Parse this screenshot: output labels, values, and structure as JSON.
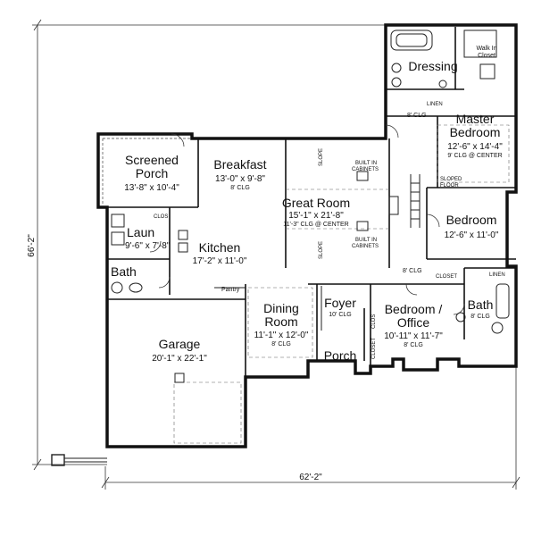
{
  "dimensions": {
    "overall_depth": "66'-2\"",
    "overall_width": "62'-2\""
  },
  "rooms": {
    "dressing": {
      "name": "Dressing"
    },
    "walk_in_closet": {
      "line1": "Walk In",
      "line2": "Closet"
    },
    "master_bedroom": {
      "line1": "Master",
      "line2": "Bedroom",
      "size": "12'-6\" x 14'-4\"",
      "ceiling": "9' CLG @ CENTER"
    },
    "screened_porch": {
      "line1": "Screened",
      "line2": "Porch",
      "size": "13'-8\" x 10'-4\""
    },
    "breakfast": {
      "name": "Breakfast",
      "size": "13'-0\" x 9'-8\"",
      "ceiling": "8' CLG"
    },
    "great_room": {
      "name": "Great Room",
      "size": "15'-1\" x 21'-8\"",
      "ceiling": "11'-3\" CLG @ CENTER"
    },
    "bedroom": {
      "name": "Bedroom",
      "size": "12'-6\" x 11'-0\""
    },
    "laundry": {
      "name": "Laun",
      "size": "9'-6\" x 7'-8\""
    },
    "kitchen": {
      "name": "Kitchen",
      "size": "17'-2\" x 11'-0\""
    },
    "bath_left": {
      "name": "Bath"
    },
    "garage": {
      "name": "Garage",
      "size": "20'-1\" x 22'-1\""
    },
    "dining_room": {
      "line1": "Dining",
      "line2": "Room",
      "size": "11'-1\" x 12'-0\"",
      "ceiling": "8' CLG"
    },
    "foyer": {
      "name": "Foyer",
      "ceiling": "10' CLG"
    },
    "porch": {
      "name": "Porch"
    },
    "office": {
      "line1": "Bedroom /",
      "line2": "Office",
      "size": "10'-11\" x 11'-7\"",
      "ceiling": "8' CLG"
    },
    "bath_right": {
      "name": "Bath",
      "ceiling": "8' CLG"
    }
  },
  "notes": {
    "linen_upper": "LINEN",
    "ceiling_hall": "8' CLG",
    "slope_upper": "SLOPE",
    "slope_lower": "SLOPE",
    "built_in_upper_1": "BUILT IN",
    "built_in_upper_2": "CABINETS",
    "built_in_lower_1": "BUILT IN",
    "built_in_lower_2": "CABINETS",
    "sloped_floor_1": "SLOPED",
    "sloped_floor_2": "FLOOR",
    "clos_laundry": "CLOS",
    "pantry": "Pantry",
    "ceiling_lower_hall": "8' CLG",
    "closet_hall": "CLOSET",
    "linen_lower": "LINEN",
    "clos_foyer": "CLOS",
    "closet_foyer": "CLOSET"
  }
}
